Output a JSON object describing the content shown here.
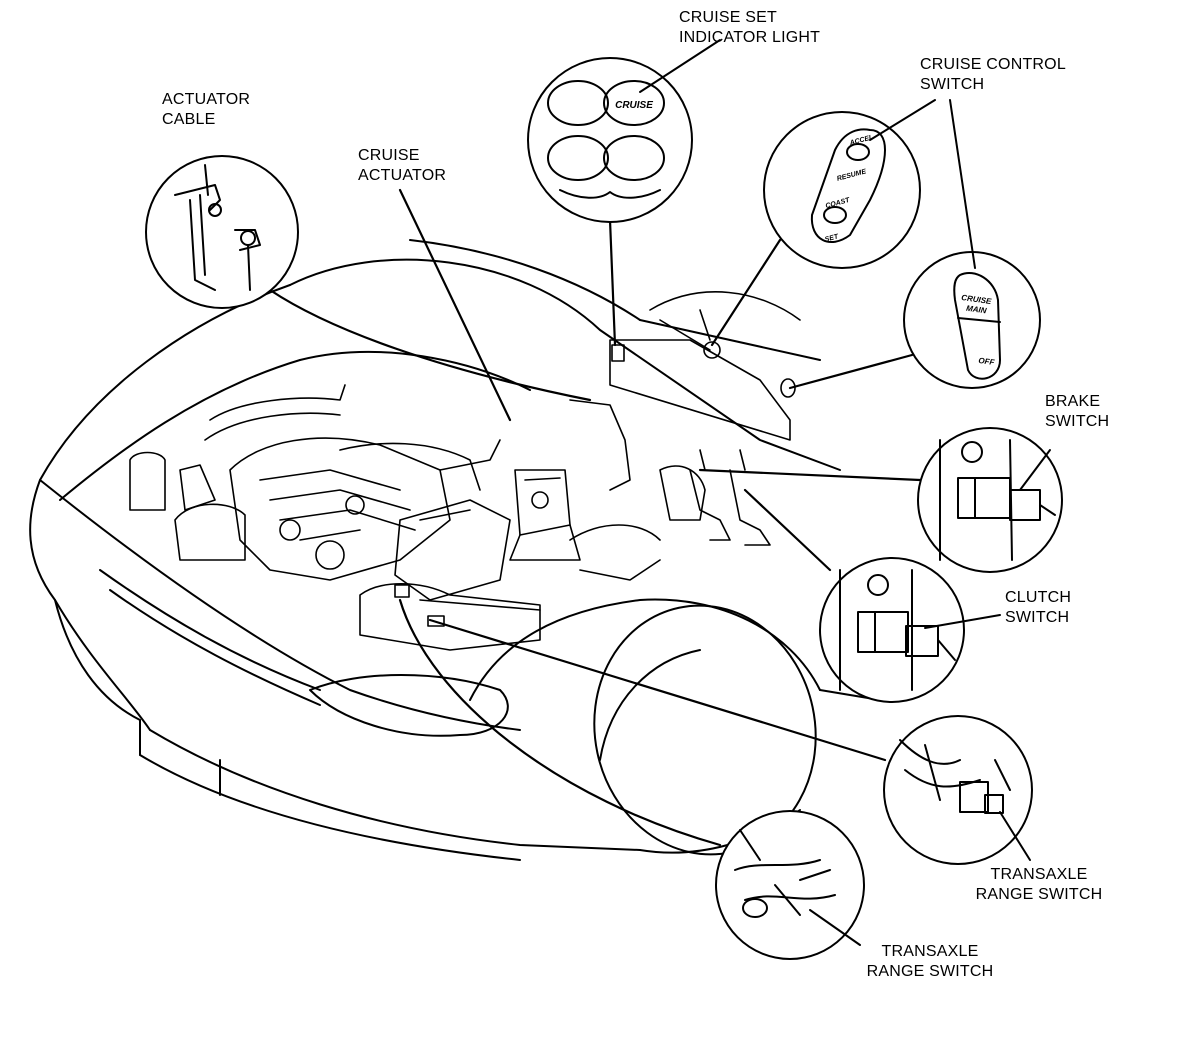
{
  "labels": {
    "cruise_set_indicator": [
      "CRUISE SET",
      "INDICATOR LIGHT"
    ],
    "cruise_control_switch": [
      "CRUISE CONTROL",
      "SWITCH"
    ],
    "actuator_cable": [
      "ACTUATOR",
      "CABLE"
    ],
    "cruise_actuator": [
      "CRUISE",
      "ACTUATOR"
    ],
    "brake_switch": [
      "BRAKE",
      "SWITCH"
    ],
    "clutch_switch": [
      "CLUTCH",
      "SWITCH"
    ],
    "transaxle_range_switch_right": [
      "TRANSAXLE",
      "RANGE SWITCH"
    ],
    "transaxle_range_switch_bottom": [
      "TRANSAXLE",
      "RANGE SWITCH"
    ]
  },
  "switch_text": {
    "cruise": "CRUISE",
    "accel": "ACCEL",
    "resume": "RESUME",
    "coast": "COAST",
    "set": "SET",
    "cruise_main_1": "CRUISE",
    "cruise_main_2": "MAIN",
    "off": "OFF"
  }
}
